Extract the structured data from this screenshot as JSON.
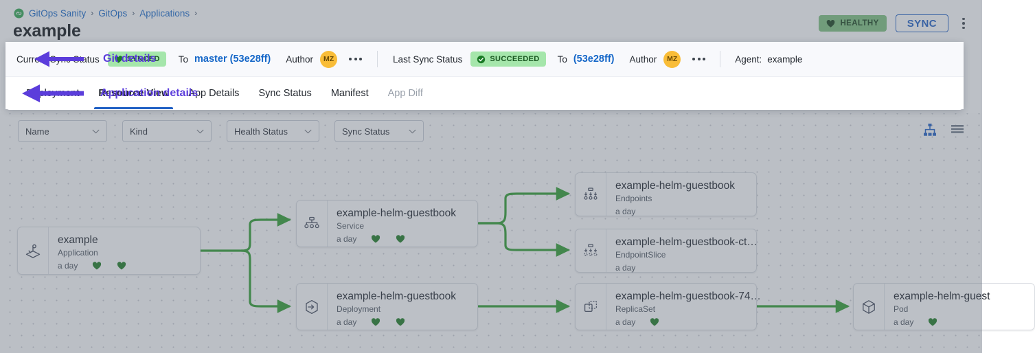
{
  "breadcrumb": {
    "logo_icon": "gitops-sanity-logo-icon",
    "items": [
      {
        "label": "GitOps Sanity"
      },
      {
        "label": "GitOps"
      },
      {
        "label": "Applications"
      }
    ],
    "separator": "›"
  },
  "header": {
    "title": "example",
    "health_badge": {
      "label": "HEALTHY",
      "icon": "heart-icon",
      "bg": "#7ec27e",
      "fg": "#18401b"
    },
    "sync_button": {
      "label": "SYNC",
      "color": "#1f5fc4"
    },
    "overflow_icon": "kebab-menu-icon"
  },
  "sync_bar": {
    "current_label": "Current Sync Status",
    "current_status": {
      "label": "SYNCED",
      "icon": "heart-icon"
    },
    "current_to_label": "To",
    "current_revision": "master (53e28ff)",
    "current_author_label": "Author",
    "current_author_initials": "MZ",
    "current_more_icon": "ellipsis-icon",
    "last_label": "Last Sync Status",
    "last_status": {
      "label": "SUCCEEDED",
      "icon": "check-circle-icon"
    },
    "last_to_label": "To",
    "last_revision": "(53e28ff)",
    "last_author_label": "Author",
    "last_author_initials": "MZ",
    "last_more_icon": "ellipsis-icon",
    "agent_label": "Agent:",
    "agent_value": "example"
  },
  "tabs": [
    {
      "label": "Deployment",
      "active": false,
      "disabled": false
    },
    {
      "label": "Resource View",
      "active": true,
      "disabled": false
    },
    {
      "label": "App Details",
      "active": false,
      "disabled": false
    },
    {
      "label": "Sync Status",
      "active": false,
      "disabled": false
    },
    {
      "label": "Manifest",
      "active": false,
      "disabled": false
    },
    {
      "label": "App Diff",
      "active": false,
      "disabled": true
    }
  ],
  "annotations": {
    "color": "#5b3ddb",
    "items": [
      {
        "text": "Git details",
        "arrow_icon": "left-arrow-annotation-icon"
      },
      {
        "text": "Application details",
        "arrow_icon": "left-arrow-annotation-icon"
      }
    ]
  },
  "filters": [
    {
      "label": "Name",
      "icon": "chevron-down-icon"
    },
    {
      "label": "Kind",
      "icon": "chevron-down-icon"
    },
    {
      "label": "Health Status",
      "icon": "chevron-down-icon"
    },
    {
      "label": "Sync Status",
      "icon": "chevron-down-icon"
    }
  ],
  "view_toggles": [
    {
      "icon": "tree-view-icon",
      "active": true,
      "color": "#1f5fc4"
    },
    {
      "icon": "list-view-icon",
      "active": false,
      "color": "#6b7280"
    }
  ],
  "graph": {
    "edge_color": "#2f9e2f",
    "nodes": [
      {
        "name": "example",
        "kind": "Application",
        "age": "a day",
        "icon": "application-icon",
        "hearts": 2
      },
      {
        "name": "example-helm-guestbook",
        "kind": "Service",
        "age": "a day",
        "icon": "service-icon",
        "hearts": 2
      },
      {
        "name": "example-helm-guestbook",
        "kind": "Deployment",
        "age": "a day",
        "icon": "deployment-icon",
        "hearts": 2
      },
      {
        "name": "example-helm-guestbook",
        "kind": "Endpoints",
        "age": "a day",
        "icon": "endpoints-icon",
        "hearts": 0
      },
      {
        "name": "example-helm-guestbook-ct…",
        "kind": "EndpointSlice",
        "age": "a day",
        "icon": "endpointslice-icon",
        "hearts": 0
      },
      {
        "name": "example-helm-guestbook-74…",
        "kind": "ReplicaSet",
        "age": "a day",
        "icon": "replicaset-icon",
        "hearts": 1
      },
      {
        "name": "example-helm-guest",
        "kind": "Pod",
        "age": "a day",
        "icon": "pod-icon",
        "hearts": 1
      }
    ]
  }
}
